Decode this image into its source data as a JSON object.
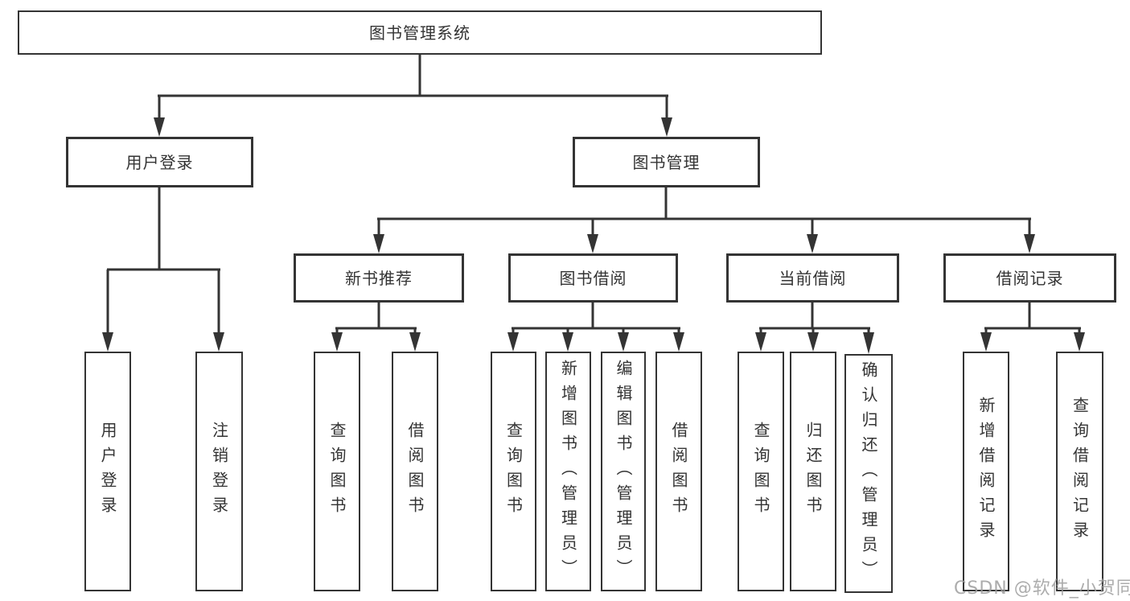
{
  "diagram": {
    "root": {
      "label": "图书管理系统"
    },
    "level2": [
      {
        "label": "用户登录"
      },
      {
        "label": "图书管理"
      }
    ],
    "level3": [
      {
        "label": "新书推荐"
      },
      {
        "label": "图书借阅"
      },
      {
        "label": "当前借阅"
      },
      {
        "label": "借阅记录"
      }
    ],
    "leaves": [
      {
        "label": "用户登录"
      },
      {
        "label": "注销登录"
      },
      {
        "label": "查询图书"
      },
      {
        "label": "借阅图书"
      },
      {
        "label": "查询图书"
      },
      {
        "label": "新增图书（管理员）"
      },
      {
        "label": "编辑图书（管理员）"
      },
      {
        "label": "借阅图书"
      },
      {
        "label": "查询图书"
      },
      {
        "label": "归还图书"
      },
      {
        "label": "确认归还（管理员）"
      },
      {
        "label": "新增借阅记录"
      },
      {
        "label": "查询借阅记录"
      }
    ]
  },
  "watermark": {
    "text": "CSDN @软件_小贺同学"
  },
  "colors": {
    "line": "#343434",
    "text": "#333333",
    "background": "#ffffff",
    "watermark": "#9e9e9e"
  }
}
